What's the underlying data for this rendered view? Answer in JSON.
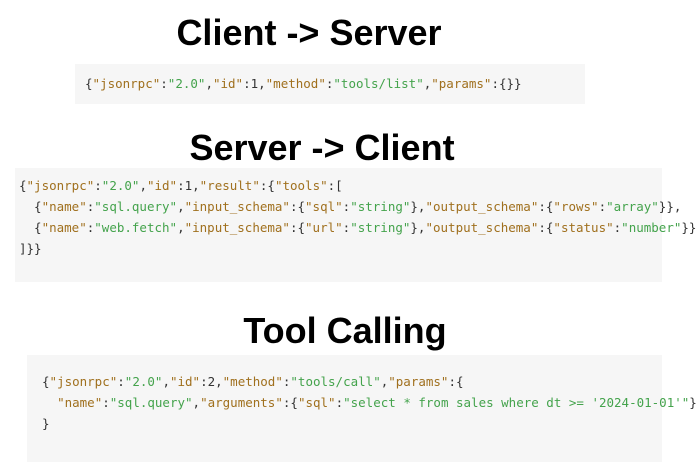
{
  "headings": {
    "client_to_server": "Client -> Server",
    "server_to_client": "Server -> Client",
    "tool_calling": "Tool Calling"
  },
  "colors": {
    "key": "#a0701e",
    "string": "#44a34c",
    "punctuation": "#333333",
    "code_background": "#f6f6f6"
  },
  "code_blocks": [
    {
      "lines": [
        [
          {
            "t": "{",
            "c": "p"
          },
          {
            "t": "\"jsonrpc\"",
            "c": "k"
          },
          {
            "t": ":",
            "c": "p"
          },
          {
            "t": "\"2.0\"",
            "c": "s"
          },
          {
            "t": ",",
            "c": "p"
          },
          {
            "t": "\"id\"",
            "c": "k"
          },
          {
            "t": ":1,",
            "c": "p"
          },
          {
            "t": "\"method\"",
            "c": "k"
          },
          {
            "t": ":",
            "c": "p"
          },
          {
            "t": "\"tools/list\"",
            "c": "s"
          },
          {
            "t": ",",
            "c": "p"
          },
          {
            "t": "\"params\"",
            "c": "k"
          },
          {
            "t": ":{}}",
            "c": "p"
          }
        ]
      ]
    },
    {
      "lines": [
        [
          {
            "t": "{",
            "c": "p"
          },
          {
            "t": "\"jsonrpc\"",
            "c": "k"
          },
          {
            "t": ":",
            "c": "p"
          },
          {
            "t": "\"2.0\"",
            "c": "s"
          },
          {
            "t": ",",
            "c": "p"
          },
          {
            "t": "\"id\"",
            "c": "k"
          },
          {
            "t": ":1,",
            "c": "p"
          },
          {
            "t": "\"result\"",
            "c": "k"
          },
          {
            "t": ":{",
            "c": "p"
          },
          {
            "t": "\"tools\"",
            "c": "k"
          },
          {
            "t": ":[",
            "c": "p"
          }
        ],
        [
          {
            "t": "  {",
            "c": "p"
          },
          {
            "t": "\"name\"",
            "c": "k"
          },
          {
            "t": ":",
            "c": "p"
          },
          {
            "t": "\"sql.query\"",
            "c": "s"
          },
          {
            "t": ",",
            "c": "p"
          },
          {
            "t": "\"input_schema\"",
            "c": "k"
          },
          {
            "t": ":{",
            "c": "p"
          },
          {
            "t": "\"sql\"",
            "c": "k"
          },
          {
            "t": ":",
            "c": "p"
          },
          {
            "t": "\"string\"",
            "c": "s"
          },
          {
            "t": "},",
            "c": "p"
          },
          {
            "t": "\"output_schema\"",
            "c": "k"
          },
          {
            "t": ":{",
            "c": "p"
          },
          {
            "t": "\"rows\"",
            "c": "k"
          },
          {
            "t": ":",
            "c": "p"
          },
          {
            "t": "\"array\"",
            "c": "s"
          },
          {
            "t": "}},",
            "c": "p"
          }
        ],
        [
          {
            "t": "  {",
            "c": "p"
          },
          {
            "t": "\"name\"",
            "c": "k"
          },
          {
            "t": ":",
            "c": "p"
          },
          {
            "t": "\"web.fetch\"",
            "c": "s"
          },
          {
            "t": ",",
            "c": "p"
          },
          {
            "t": "\"input_schema\"",
            "c": "k"
          },
          {
            "t": ":{",
            "c": "p"
          },
          {
            "t": "\"url\"",
            "c": "k"
          },
          {
            "t": ":",
            "c": "p"
          },
          {
            "t": "\"string\"",
            "c": "s"
          },
          {
            "t": "},",
            "c": "p"
          },
          {
            "t": "\"output_schema\"",
            "c": "k"
          },
          {
            "t": ":{",
            "c": "p"
          },
          {
            "t": "\"status\"",
            "c": "k"
          },
          {
            "t": ":",
            "c": "p"
          },
          {
            "t": "\"number\"",
            "c": "s"
          },
          {
            "t": "}}",
            "c": "p"
          }
        ],
        [
          {
            "t": "]}}",
            "c": "p"
          }
        ]
      ]
    },
    {
      "lines": [
        [
          {
            "t": "{",
            "c": "p"
          },
          {
            "t": "\"jsonrpc\"",
            "c": "k"
          },
          {
            "t": ":",
            "c": "p"
          },
          {
            "t": "\"2.0\"",
            "c": "s"
          },
          {
            "t": ",",
            "c": "p"
          },
          {
            "t": "\"id\"",
            "c": "k"
          },
          {
            "t": ":2,",
            "c": "p"
          },
          {
            "t": "\"method\"",
            "c": "k"
          },
          {
            "t": ":",
            "c": "p"
          },
          {
            "t": "\"tools/call\"",
            "c": "s"
          },
          {
            "t": ",",
            "c": "p"
          },
          {
            "t": "\"params\"",
            "c": "k"
          },
          {
            "t": ":{",
            "c": "p"
          }
        ],
        [
          {
            "t": "  ",
            "c": "p"
          },
          {
            "t": "\"name\"",
            "c": "k"
          },
          {
            "t": ":",
            "c": "p"
          },
          {
            "t": "\"sql.query\"",
            "c": "s"
          },
          {
            "t": ",",
            "c": "p"
          },
          {
            "t": "\"arguments\"",
            "c": "k"
          },
          {
            "t": ":{",
            "c": "p"
          },
          {
            "t": "\"sql\"",
            "c": "k"
          },
          {
            "t": ":",
            "c": "p"
          },
          {
            "t": "\"select * from sales where dt >= '2024-01-01'\"",
            "c": "s"
          },
          {
            "t": "}",
            "c": "p"
          }
        ],
        [
          {
            "t": "}",
            "c": "p"
          }
        ]
      ]
    }
  ]
}
